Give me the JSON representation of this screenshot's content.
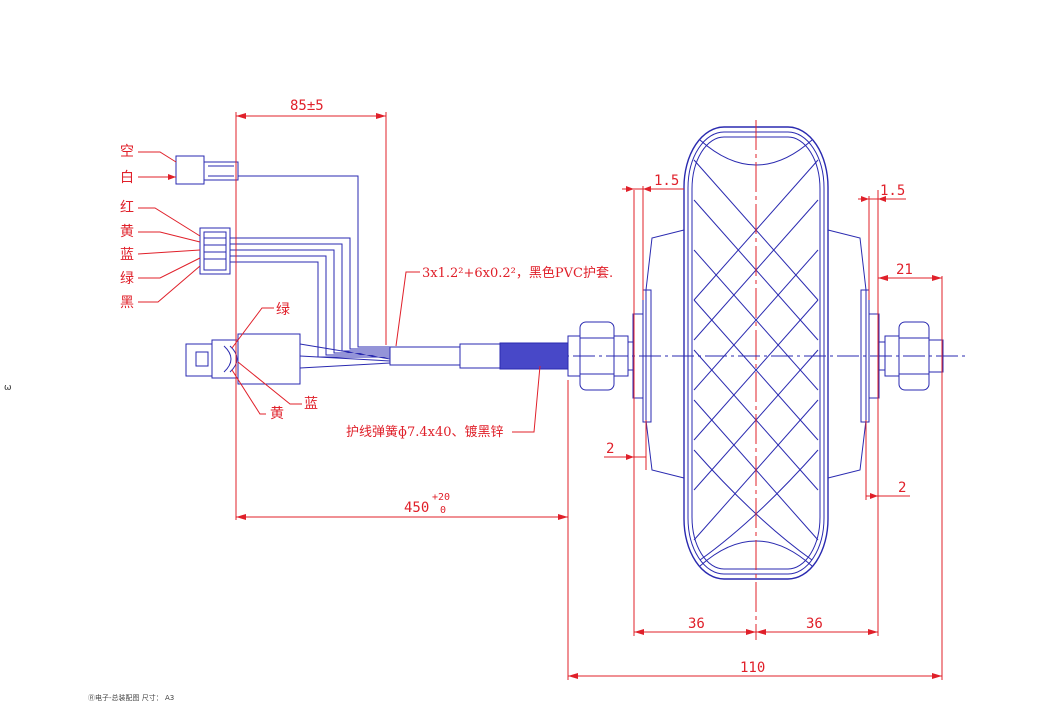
{
  "dimensions": {
    "top_width": "85±5",
    "left_flange_gap": "1.5",
    "right_flange_gap": "1.5",
    "right_axle_len": "21",
    "left_lower_gap": "2",
    "right_lower_gap": "2",
    "cable_length_base": "450",
    "cable_length_upper_tol": "+20",
    "cable_length_lower_tol": "0",
    "left_half_width": "36",
    "right_half_width": "36",
    "overall_width": "110"
  },
  "wire_labels": {
    "top_connector": [
      "空",
      "白"
    ],
    "middle_connector": [
      "红",
      "黄",
      "蓝",
      "绿",
      "黑"
    ],
    "motor_plug": [
      "绿",
      "黄",
      "蓝"
    ]
  },
  "notes": {
    "cable_spec": "3x1.2²+6x0.2²，黑色PVC护套.",
    "spring_spec": "护线弹簧ɸ7.4x40、镀黑锌"
  },
  "margin_mark": "ω",
  "footer": {
    "text": "Ⓡ电子-总装配图    尺寸： A3"
  }
}
